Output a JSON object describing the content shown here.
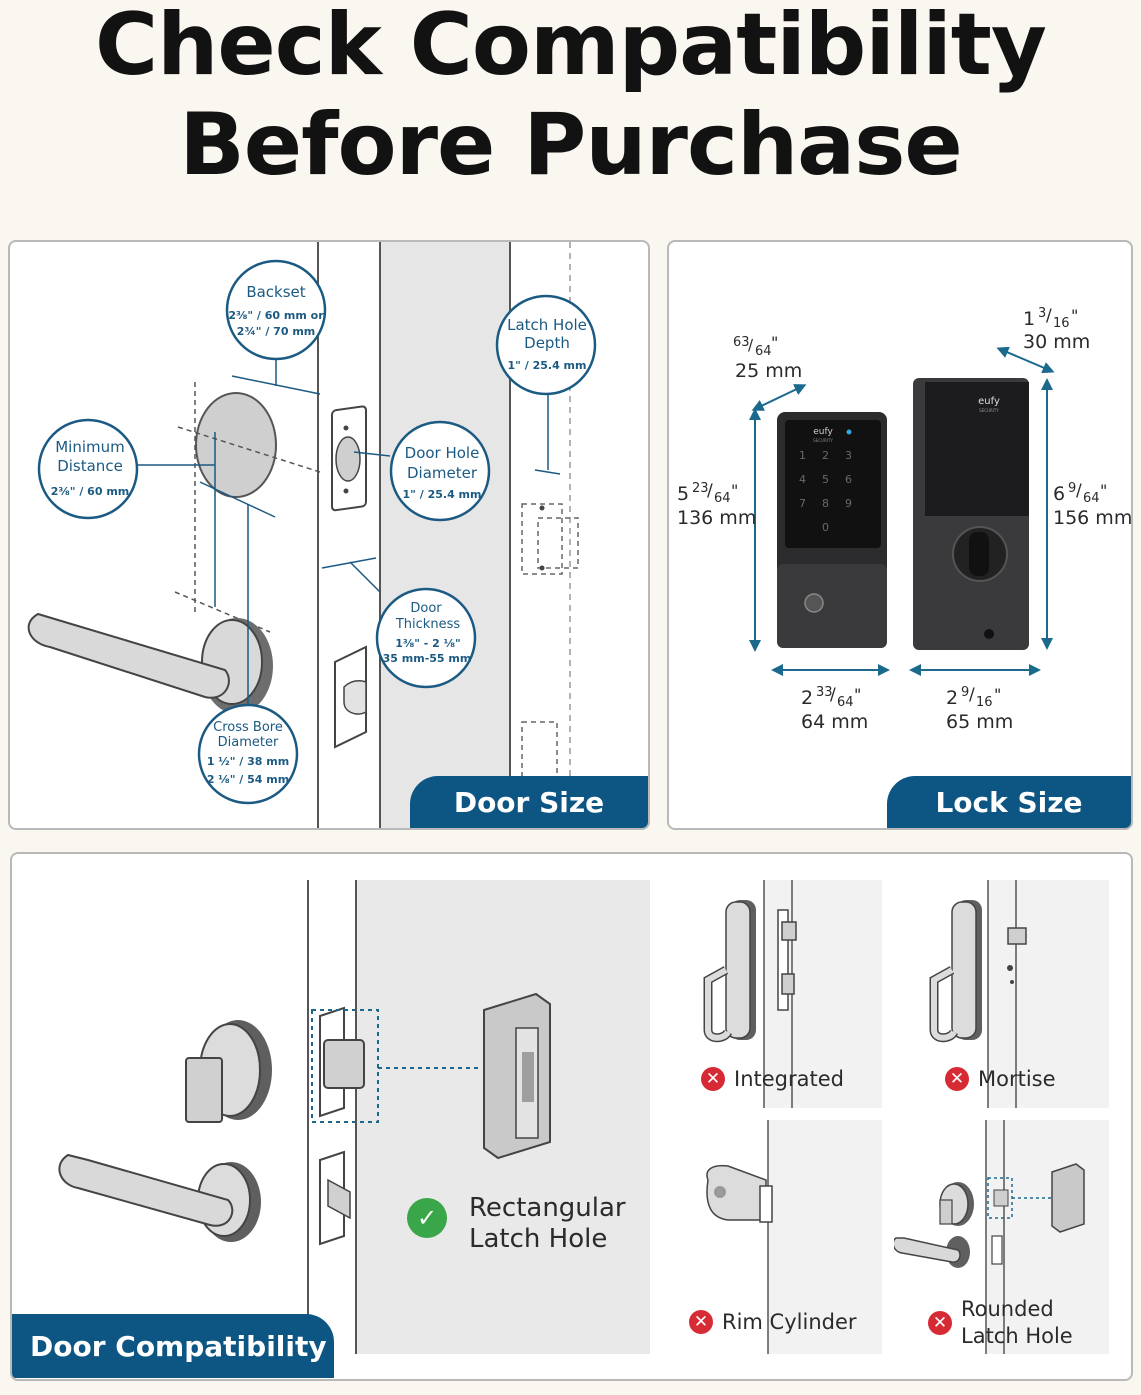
{
  "header": {
    "title_line1": "Check Compatibility",
    "title_line2": "Before Purchase"
  },
  "door_size": {
    "tab_label": "Door Size",
    "backset": {
      "label": "Backset",
      "value1": "2⅜\" / 60 mm or",
      "value2": "2¾\" / 70 mm"
    },
    "minimum_distance": {
      "label1": "Minimum",
      "label2": "Distance",
      "value": "2⅜\" / 60 mm"
    },
    "door_hole_diameter": {
      "label1": "Door Hole",
      "label2": "Diameter",
      "value": "1\" / 25.4 mm"
    },
    "latch_hole_depth": {
      "label1": "Latch Hole",
      "label2": "Depth",
      "value": "1\" / 25.4 mm"
    },
    "door_thickness": {
      "label1": "Door",
      "label2": "Thickness",
      "value1": "1⅜\" - 2 ⅛\"",
      "value2": "35 mm-55 mm"
    },
    "cross_bore_diameter": {
      "label1": "Cross Bore",
      "label2": "Diameter",
      "value1": "1 ½\" / 38 mm",
      "value2": "2 ⅛\" / 54 mm"
    }
  },
  "lock_size": {
    "tab_label": "Lock Size",
    "keypad_depth": {
      "inch_num": "63",
      "inch_den": "64",
      "mm": "25 mm"
    },
    "keypad_height": {
      "inch_whole": "5",
      "inch_num": "23",
      "inch_den": "64",
      "mm": "136 mm"
    },
    "keypad_width": {
      "inch_whole": "2",
      "inch_num": "33",
      "inch_den": "64",
      "mm": "64 mm"
    },
    "interior_depth": {
      "inch_whole": "1",
      "inch_num": "3",
      "inch_den": "16",
      "mm": "30 mm"
    },
    "interior_height": {
      "inch_whole": "6",
      "inch_num": "9",
      "inch_den": "64",
      "mm": "156 mm"
    },
    "interior_width": {
      "inch_whole": "2",
      "inch_num": "9",
      "inch_den": "16",
      "mm": "65 mm"
    },
    "brand": "eufy",
    "brand_sub": "SECURITY",
    "keypad_digits": [
      "1",
      "2",
      "3",
      "4",
      "5",
      "6",
      "7",
      "8",
      "9",
      "0"
    ]
  },
  "door_compatibility": {
    "tab_label": "Door Compatibility",
    "compatible": {
      "line1": "Rectangular",
      "line2": "Latch Hole"
    },
    "incompatible": [
      {
        "label": "Integrated"
      },
      {
        "label": "Mortise"
      },
      {
        "label": "Rim Cylinder"
      },
      {
        "line1": "Rounded",
        "line2": "Latch Hole"
      }
    ]
  },
  "colors": {
    "brand_blue": "#0d5684",
    "check_green": "#3aa64a",
    "cross_red": "#d62b35"
  }
}
